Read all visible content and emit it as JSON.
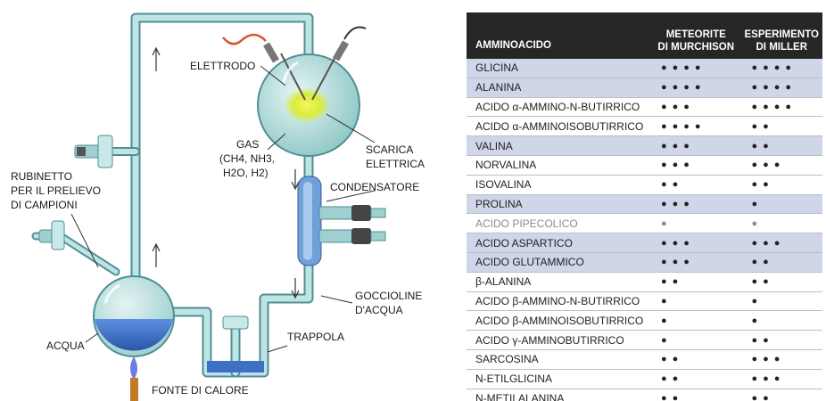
{
  "diagram": {
    "labels": {
      "elettrodo": "ELETTRODO",
      "gas_line1": "GAS",
      "gas_line2": "(CH4, NH3,",
      "gas_line3": "H2O, H2)",
      "scarica_line1": "SCARICA",
      "scarica_line2": "ELETTRICA",
      "condensatore": "CONDENSATORE",
      "rubinetto_line1": "RUBINETTO",
      "rubinetto_line2": "PER IL PRELIEVO",
      "rubinetto_line3": "DI CAMPIONI",
      "goccioline_line1": "GOCCIOLINE",
      "goccioline_line2": "D'ACQUA",
      "trappola": "TRAPPOLA",
      "acqua": "ACQUA",
      "fonte": "FONTE DI CALORE"
    },
    "colors": {
      "glass": "#b7dfe0",
      "glass_edge": "#4f8f96",
      "water": "#3d6fc4",
      "spark": "#e8f23a",
      "electrode_wire": "#d9532b"
    }
  },
  "table": {
    "headers": {
      "col0": "AMMINOACIDO",
      "col1_line1": "METEORITE",
      "col1_line2": "DI MURCHISON",
      "col2_line1": "ESPERIMENTO",
      "col2_line2": "DI MILLER"
    },
    "dot_glyph": "●",
    "rows": [
      {
        "name": "GLICINA",
        "murchison": 4,
        "miller": 4,
        "highlight": true
      },
      {
        "name": "ALANINA",
        "murchison": 4,
        "miller": 4,
        "highlight": true
      },
      {
        "name": "ACIDO α-AMMINO-N-BUTIRRICO",
        "murchison": 3,
        "miller": 4,
        "highlight": false
      },
      {
        "name": "ACIDO α-AMMINOISOBUTIRRICO",
        "murchison": 4,
        "miller": 2,
        "highlight": false
      },
      {
        "name": "VALINA",
        "murchison": 3,
        "miller": 2,
        "highlight": true
      },
      {
        "name": "NORVALINA",
        "murchison": 3,
        "miller": 3,
        "highlight": false
      },
      {
        "name": "ISOVALINA",
        "murchison": 2,
        "miller": 2,
        "highlight": false
      },
      {
        "name": "PROLINA",
        "murchison": 3,
        "miller": 1,
        "highlight": true
      },
      {
        "name": "ACIDO PIPECOLICO",
        "murchison": 1,
        "miller": 1,
        "highlight": false,
        "faint": true
      },
      {
        "name": "ACIDO ASPARTICO",
        "murchison": 3,
        "miller": 3,
        "highlight": true
      },
      {
        "name": "ACIDO GLUTAMMICO",
        "murchison": 3,
        "miller": 2,
        "highlight": true
      },
      {
        "name": "β-ALANINA",
        "murchison": 2,
        "miller": 2,
        "highlight": false
      },
      {
        "name": "ACIDO β-AMMINO-N-BUTIRRICO",
        "murchison": 1,
        "miller": 1,
        "highlight": false
      },
      {
        "name": "ACIDO β-AMMINOISOBUTIRRICO",
        "murchison": 1,
        "miller": 1,
        "highlight": false
      },
      {
        "name": "ACIDO γ-AMMINOBUTIRRICO",
        "murchison": 1,
        "miller": 2,
        "highlight": false
      },
      {
        "name": "SARCOSINA",
        "murchison": 2,
        "miller": 3,
        "highlight": false
      },
      {
        "name": "N-ETILGLICINA",
        "murchison": 2,
        "miller": 3,
        "highlight": false
      },
      {
        "name": "N-METILALANINA",
        "murchison": 2,
        "miller": 2,
        "highlight": false
      }
    ]
  }
}
